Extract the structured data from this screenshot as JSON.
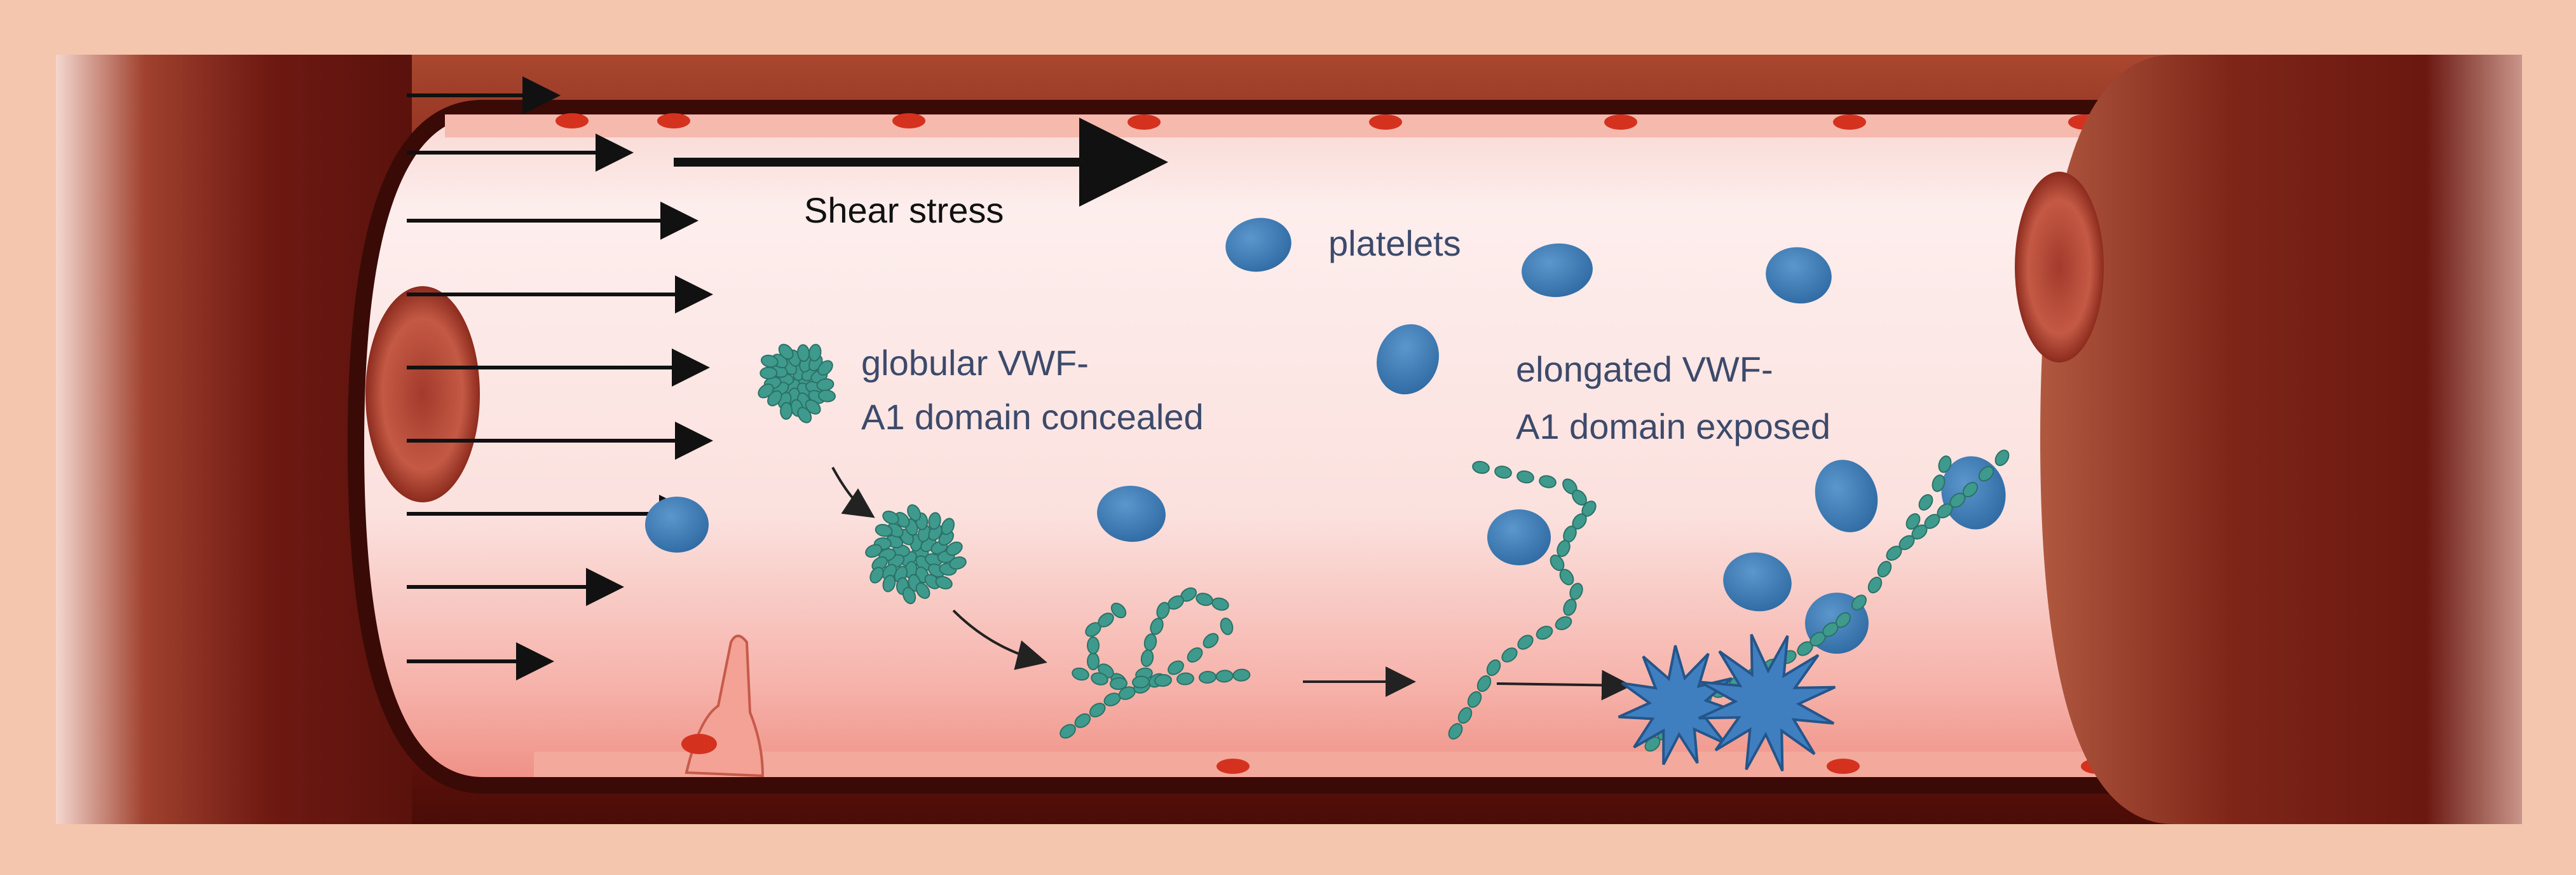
{
  "labels": {
    "shear": "Shear stress",
    "platelets": "platelets",
    "globular_1": "globular VWF-",
    "globular_2": "A1 domain concealed",
    "elongated_1": "elongated VWF-",
    "elongated_2": "A1 domain exposed"
  },
  "colors": {
    "frame": "#f4c6ae",
    "panel": "#ffffff",
    "vessel_wall": "#7a1f16",
    "lumen": "#fbe3df",
    "platelet": "#3f7fb8",
    "vwf": "#3f9a8e"
  },
  "icons": {
    "platelet": "platelet-icon",
    "vwf_globular": "vwf-globule-icon",
    "vwf_elongated": "vwf-chain-icon",
    "activated_platelet": "activated-platelet-icon",
    "flow_arrow": "flow-arrow-icon"
  }
}
